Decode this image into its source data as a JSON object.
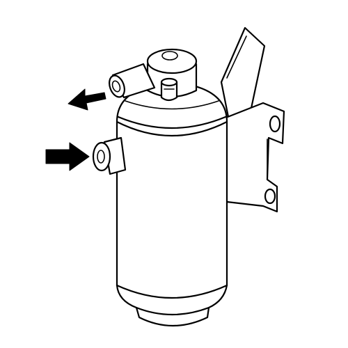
{
  "diagram": {
    "subject": "receiver-drier",
    "flows": [
      {
        "id": "outlet",
        "direction": "out"
      },
      {
        "id": "inlet",
        "direction": "in"
      }
    ],
    "colors": {
      "line": "#000000",
      "background": "#ffffff"
    }
  }
}
